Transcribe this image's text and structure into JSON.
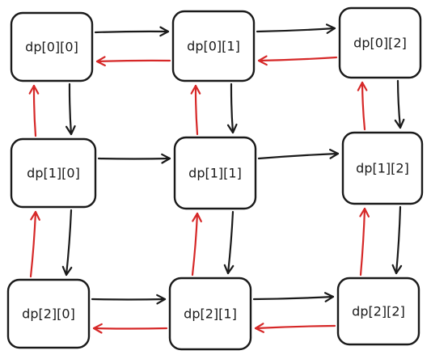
{
  "colors": {
    "forward": "#1a1a1a",
    "backward": "#d62828",
    "node_border": "#1a1a1a",
    "node_fill": "#ffffff",
    "background": "#ffffff"
  },
  "grid": {
    "rows": 3,
    "cols": 3
  },
  "nodes": [
    {
      "id": "0-0",
      "row": 0,
      "col": 0,
      "label": "dp[0][0]"
    },
    {
      "id": "0-1",
      "row": 0,
      "col": 1,
      "label": "dp[0][1]"
    },
    {
      "id": "0-2",
      "row": 0,
      "col": 2,
      "label": "dp[0][2]"
    },
    {
      "id": "1-0",
      "row": 1,
      "col": 0,
      "label": "dp[1][0]"
    },
    {
      "id": "1-1",
      "row": 1,
      "col": 1,
      "label": "dp[1][1]"
    },
    {
      "id": "1-2",
      "row": 1,
      "col": 2,
      "label": "dp[1][2]"
    },
    {
      "id": "2-0",
      "row": 2,
      "col": 0,
      "label": "dp[2][0]"
    },
    {
      "id": "2-1",
      "row": 2,
      "col": 1,
      "label": "dp[2][1]"
    },
    {
      "id": "2-2",
      "row": 2,
      "col": 2,
      "label": "dp[2][2]"
    }
  ],
  "edges": [
    {
      "from": "0-0",
      "to": "0-1",
      "kind": "forward"
    },
    {
      "from": "0-1",
      "to": "0-2",
      "kind": "forward"
    },
    {
      "from": "1-0",
      "to": "1-1",
      "kind": "forward"
    },
    {
      "from": "1-1",
      "to": "1-2",
      "kind": "forward"
    },
    {
      "from": "2-0",
      "to": "2-1",
      "kind": "forward"
    },
    {
      "from": "2-1",
      "to": "2-2",
      "kind": "forward"
    },
    {
      "from": "0-0",
      "to": "1-0",
      "kind": "forward"
    },
    {
      "from": "1-0",
      "to": "2-0",
      "kind": "forward"
    },
    {
      "from": "0-1",
      "to": "1-1",
      "kind": "forward"
    },
    {
      "from": "1-1",
      "to": "2-1",
      "kind": "forward"
    },
    {
      "from": "0-2",
      "to": "1-2",
      "kind": "forward"
    },
    {
      "from": "1-2",
      "to": "2-2",
      "kind": "forward"
    },
    {
      "from": "0-1",
      "to": "0-0",
      "kind": "backward"
    },
    {
      "from": "0-2",
      "to": "0-1",
      "kind": "backward"
    },
    {
      "from": "2-1",
      "to": "2-0",
      "kind": "backward"
    },
    {
      "from": "2-2",
      "to": "2-1",
      "kind": "backward"
    },
    {
      "from": "1-0",
      "to": "0-0",
      "kind": "backward"
    },
    {
      "from": "2-0",
      "to": "1-0",
      "kind": "backward"
    },
    {
      "from": "1-1",
      "to": "0-1",
      "kind": "backward"
    },
    {
      "from": "2-1",
      "to": "1-1",
      "kind": "backward"
    },
    {
      "from": "1-2",
      "to": "0-2",
      "kind": "backward"
    },
    {
      "from": "2-2",
      "to": "1-2",
      "kind": "backward"
    }
  ]
}
